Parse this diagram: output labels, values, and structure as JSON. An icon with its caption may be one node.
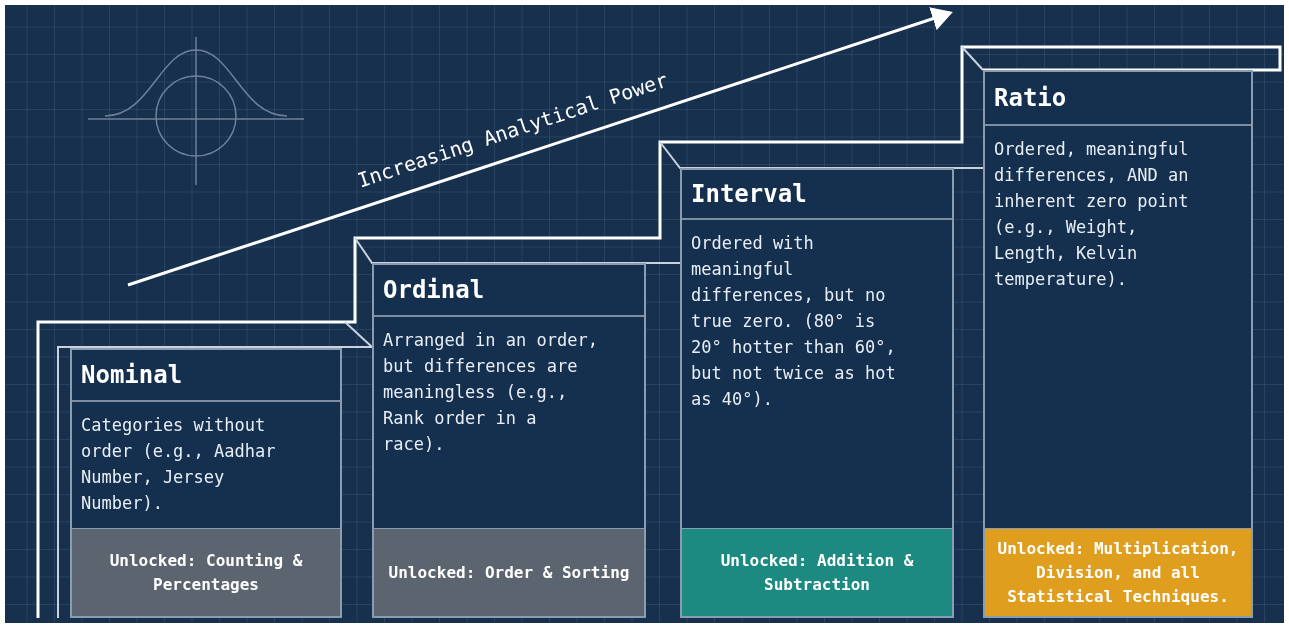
{
  "diagram": {
    "nodes": [
      {
        "text": [
          "Nominal",
          "Categories without order (e.g., Aadhar Number, Jersey Number)."
        ]
      },
      {
        "text": [
          "Unlocked: Counting & Percentages"
        ],
        "in": 0
      },
      {
        "text": [
          "Ordinal",
          "Arranged in an order, but differences are meaningless (e.g., Rank order in a race)."
        ]
      },
      {
        "text": [
          "Unlocked: Order & Sorting"
        ],
        "in": 2
      },
      {
        "text": [
          "Interval",
          "Ordered with meaningful differences, but no true zero. (80° is 20° hotter than 60°, but not twice as hot as 40°)."
        ]
      },
      {
        "text": [
          "Unlocked: Addition & Subtraction"
        ],
        "in": 4
      },
      {
        "text": [
          "Ratio",
          "Ordered, meaningful differences, AND an inherent zero point (e.g., Weight, Length, Kelvin temperature)."
        ]
      },
      {
        "text": [
          "Unlocked: Multiplication, Division, and all Statistical Techniques."
        ],
        "in": 6
      }
    ],
    "labels": [
      "Increasing Analytical Power"
    ]
  }
}
